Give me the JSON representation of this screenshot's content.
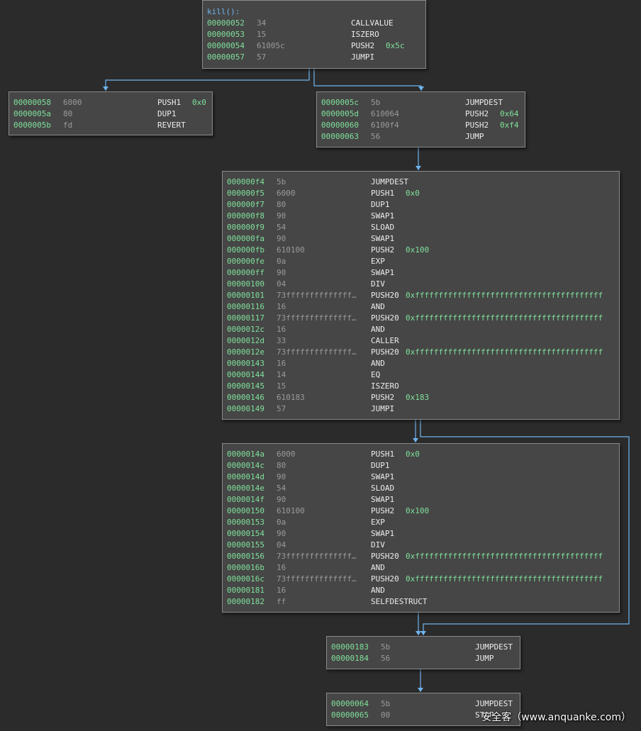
{
  "colors": {
    "background": "#2b2b2b",
    "block_fill": "#464646",
    "block_border": "#8a8a8a",
    "address": "#7fe09a",
    "bytes": "#9a9a9a",
    "opcode": "#ececec",
    "argument": "#7fe09a",
    "label": "#6fb4f0",
    "edge": "#6fb4f0"
  },
  "watermark": "安全客（www.anquanke.com）",
  "blocks": [
    {
      "title": "kill():",
      "rows": [
        {
          "addr": "00000052",
          "bytes": "34",
          "op": "CALLVALUE",
          "arg": ""
        },
        {
          "addr": "00000053",
          "bytes": "15",
          "op": "ISZERO",
          "arg": ""
        },
        {
          "addr": "00000054",
          "bytes": "61005c",
          "op": "PUSH2",
          "arg": "0x5c"
        },
        {
          "addr": "00000057",
          "bytes": "57",
          "op": "JUMPI",
          "arg": ""
        }
      ]
    },
    {
      "title": "",
      "rows": [
        {
          "addr": "00000058",
          "bytes": "6000",
          "op": "PUSH1",
          "arg": "0x0"
        },
        {
          "addr": "0000005a",
          "bytes": "80",
          "op": "DUP1",
          "arg": ""
        },
        {
          "addr": "0000005b",
          "bytes": "fd",
          "op": "REVERT",
          "arg": ""
        }
      ]
    },
    {
      "title": "",
      "rows": [
        {
          "addr": "0000005c",
          "bytes": "5b",
          "op": "JUMPDEST",
          "arg": ""
        },
        {
          "addr": "0000005d",
          "bytes": "610064",
          "op": "PUSH2",
          "arg": "0x64"
        },
        {
          "addr": "00000060",
          "bytes": "6100f4",
          "op": "PUSH2",
          "arg": "0xf4"
        },
        {
          "addr": "00000063",
          "bytes": "56",
          "op": "JUMP",
          "arg": ""
        }
      ]
    },
    {
      "title": "",
      "rows": [
        {
          "addr": "000000f4",
          "bytes": "5b",
          "op": "JUMPDEST",
          "arg": ""
        },
        {
          "addr": "000000f5",
          "bytes": "6000",
          "op": "PUSH1",
          "arg": "0x0"
        },
        {
          "addr": "000000f7",
          "bytes": "80",
          "op": "DUP1",
          "arg": ""
        },
        {
          "addr": "000000f8",
          "bytes": "90",
          "op": "SWAP1",
          "arg": ""
        },
        {
          "addr": "000000f9",
          "bytes": "54",
          "op": "SLOAD",
          "arg": ""
        },
        {
          "addr": "000000fa",
          "bytes": "90",
          "op": "SWAP1",
          "arg": ""
        },
        {
          "addr": "000000fb",
          "bytes": "610100",
          "op": "PUSH2",
          "arg": "0x100"
        },
        {
          "addr": "000000fe",
          "bytes": "0a",
          "op": "EXP",
          "arg": ""
        },
        {
          "addr": "000000ff",
          "bytes": "90",
          "op": "SWAP1",
          "arg": ""
        },
        {
          "addr": "00000100",
          "bytes": "04",
          "op": "DIV",
          "arg": ""
        },
        {
          "addr": "00000101",
          "bytes": "73ffffffffffffff…",
          "op": "PUSH20",
          "arg": "0xffffffffffffffffffffffffffffffffffffffff"
        },
        {
          "addr": "00000116",
          "bytes": "16",
          "op": "AND",
          "arg": ""
        },
        {
          "addr": "00000117",
          "bytes": "73ffffffffffffff…",
          "op": "PUSH20",
          "arg": "0xffffffffffffffffffffffffffffffffffffffff"
        },
        {
          "addr": "0000012c",
          "bytes": "16",
          "op": "AND",
          "arg": ""
        },
        {
          "addr": "0000012d",
          "bytes": "33",
          "op": "CALLER",
          "arg": ""
        },
        {
          "addr": "0000012e",
          "bytes": "73ffffffffffffff…",
          "op": "PUSH20",
          "arg": "0xffffffffffffffffffffffffffffffffffffffff"
        },
        {
          "addr": "00000143",
          "bytes": "16",
          "op": "AND",
          "arg": ""
        },
        {
          "addr": "00000144",
          "bytes": "14",
          "op": "EQ",
          "arg": ""
        },
        {
          "addr": "00000145",
          "bytes": "15",
          "op": "ISZERO",
          "arg": ""
        },
        {
          "addr": "00000146",
          "bytes": "610183",
          "op": "PUSH2",
          "arg": "0x183"
        },
        {
          "addr": "00000149",
          "bytes": "57",
          "op": "JUMPI",
          "arg": ""
        }
      ]
    },
    {
      "title": "",
      "rows": [
        {
          "addr": "0000014a",
          "bytes": "6000",
          "op": "PUSH1",
          "arg": "0x0"
        },
        {
          "addr": "0000014c",
          "bytes": "80",
          "op": "DUP1",
          "arg": ""
        },
        {
          "addr": "0000014d",
          "bytes": "90",
          "op": "SWAP1",
          "arg": ""
        },
        {
          "addr": "0000014e",
          "bytes": "54",
          "op": "SLOAD",
          "arg": ""
        },
        {
          "addr": "0000014f",
          "bytes": "90",
          "op": "SWAP1",
          "arg": ""
        },
        {
          "addr": "00000150",
          "bytes": "610100",
          "op": "PUSH2",
          "arg": "0x100"
        },
        {
          "addr": "00000153",
          "bytes": "0a",
          "op": "EXP",
          "arg": ""
        },
        {
          "addr": "00000154",
          "bytes": "90",
          "op": "SWAP1",
          "arg": ""
        },
        {
          "addr": "00000155",
          "bytes": "04",
          "op": "DIV",
          "arg": ""
        },
        {
          "addr": "00000156",
          "bytes": "73ffffffffffffff…",
          "op": "PUSH20",
          "arg": "0xffffffffffffffffffffffffffffffffffffffff"
        },
        {
          "addr": "0000016b",
          "bytes": "16",
          "op": "AND",
          "arg": ""
        },
        {
          "addr": "0000016c",
          "bytes": "73ffffffffffffff…",
          "op": "PUSH20",
          "arg": "0xffffffffffffffffffffffffffffffffffffffff"
        },
        {
          "addr": "00000181",
          "bytes": "16",
          "op": "AND",
          "arg": ""
        },
        {
          "addr": "00000182",
          "bytes": "ff",
          "op": "SELFDESTRUCT",
          "arg": ""
        }
      ]
    },
    {
      "title": "",
      "rows": [
        {
          "addr": "00000183",
          "bytes": "5b",
          "op": "JUMPDEST",
          "arg": ""
        },
        {
          "addr": "00000184",
          "bytes": "56",
          "op": "JUMP",
          "arg": ""
        }
      ]
    },
    {
      "title": "",
      "rows": [
        {
          "addr": "00000064",
          "bytes": "5b",
          "op": "JUMPDEST",
          "arg": ""
        },
        {
          "addr": "00000065",
          "bytes": "00",
          "op": "STOP",
          "arg": ""
        }
      ]
    }
  ]
}
